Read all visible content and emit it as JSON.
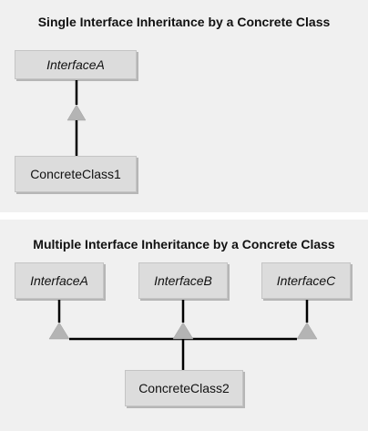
{
  "single": {
    "title": "Single Interface Inheritance by a Concrete Class",
    "interface": "InterfaceA",
    "concrete": "ConcreteClass1"
  },
  "multiple": {
    "title": "Multiple Interface Inheritance by a Concrete Class",
    "interfaces": [
      "InterfaceA",
      "InterfaceB",
      "InterfaceC"
    ],
    "concrete": "ConcreteClass2"
  },
  "colors": {
    "panel_background": "#f0f0f0",
    "box_fill": "#dcdcdc",
    "arrowhead_fill": "#b4b4b4",
    "line": "#000000"
  }
}
